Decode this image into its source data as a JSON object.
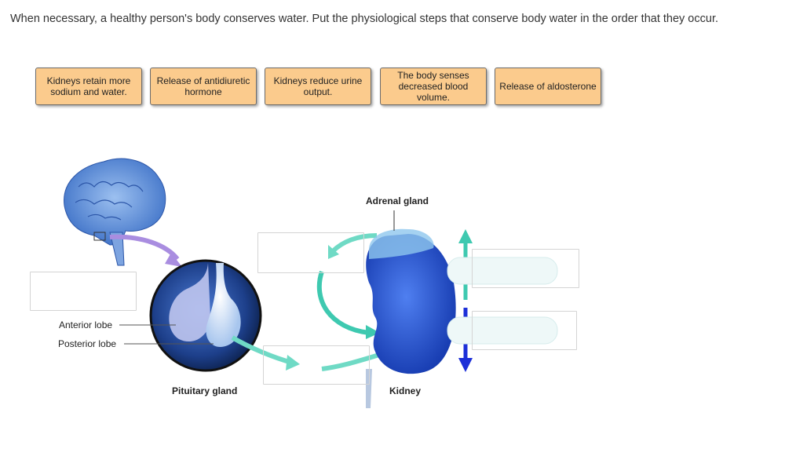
{
  "question": "When necessary, a healthy person's body conserves water. Put the physiological steps that conserve body water in the order that they occur.",
  "tiles": [
    {
      "label": "Kidneys retain more sodium and water."
    },
    {
      "label": "Release of antidiuretic hormone"
    },
    {
      "label": "Kidneys reduce urine output."
    },
    {
      "label": "The body senses decreased blood volume."
    },
    {
      "label": "Release of aldosterone"
    }
  ],
  "diagram": {
    "anterior_lobe": "Anterior lobe",
    "posterior_lobe": "Posterior lobe",
    "pituitary_gland": "Pituitary gland",
    "adrenal_gland": "Adrenal gland",
    "kidney": "Kidney"
  },
  "colors": {
    "tile_bg": "#fbcb8d",
    "arrow_teal": "#3ec9b0",
    "arrow_blue": "#1c2fd8",
    "arrow_purple": "#a98de0",
    "organ_blue": "#2e5bd0"
  }
}
